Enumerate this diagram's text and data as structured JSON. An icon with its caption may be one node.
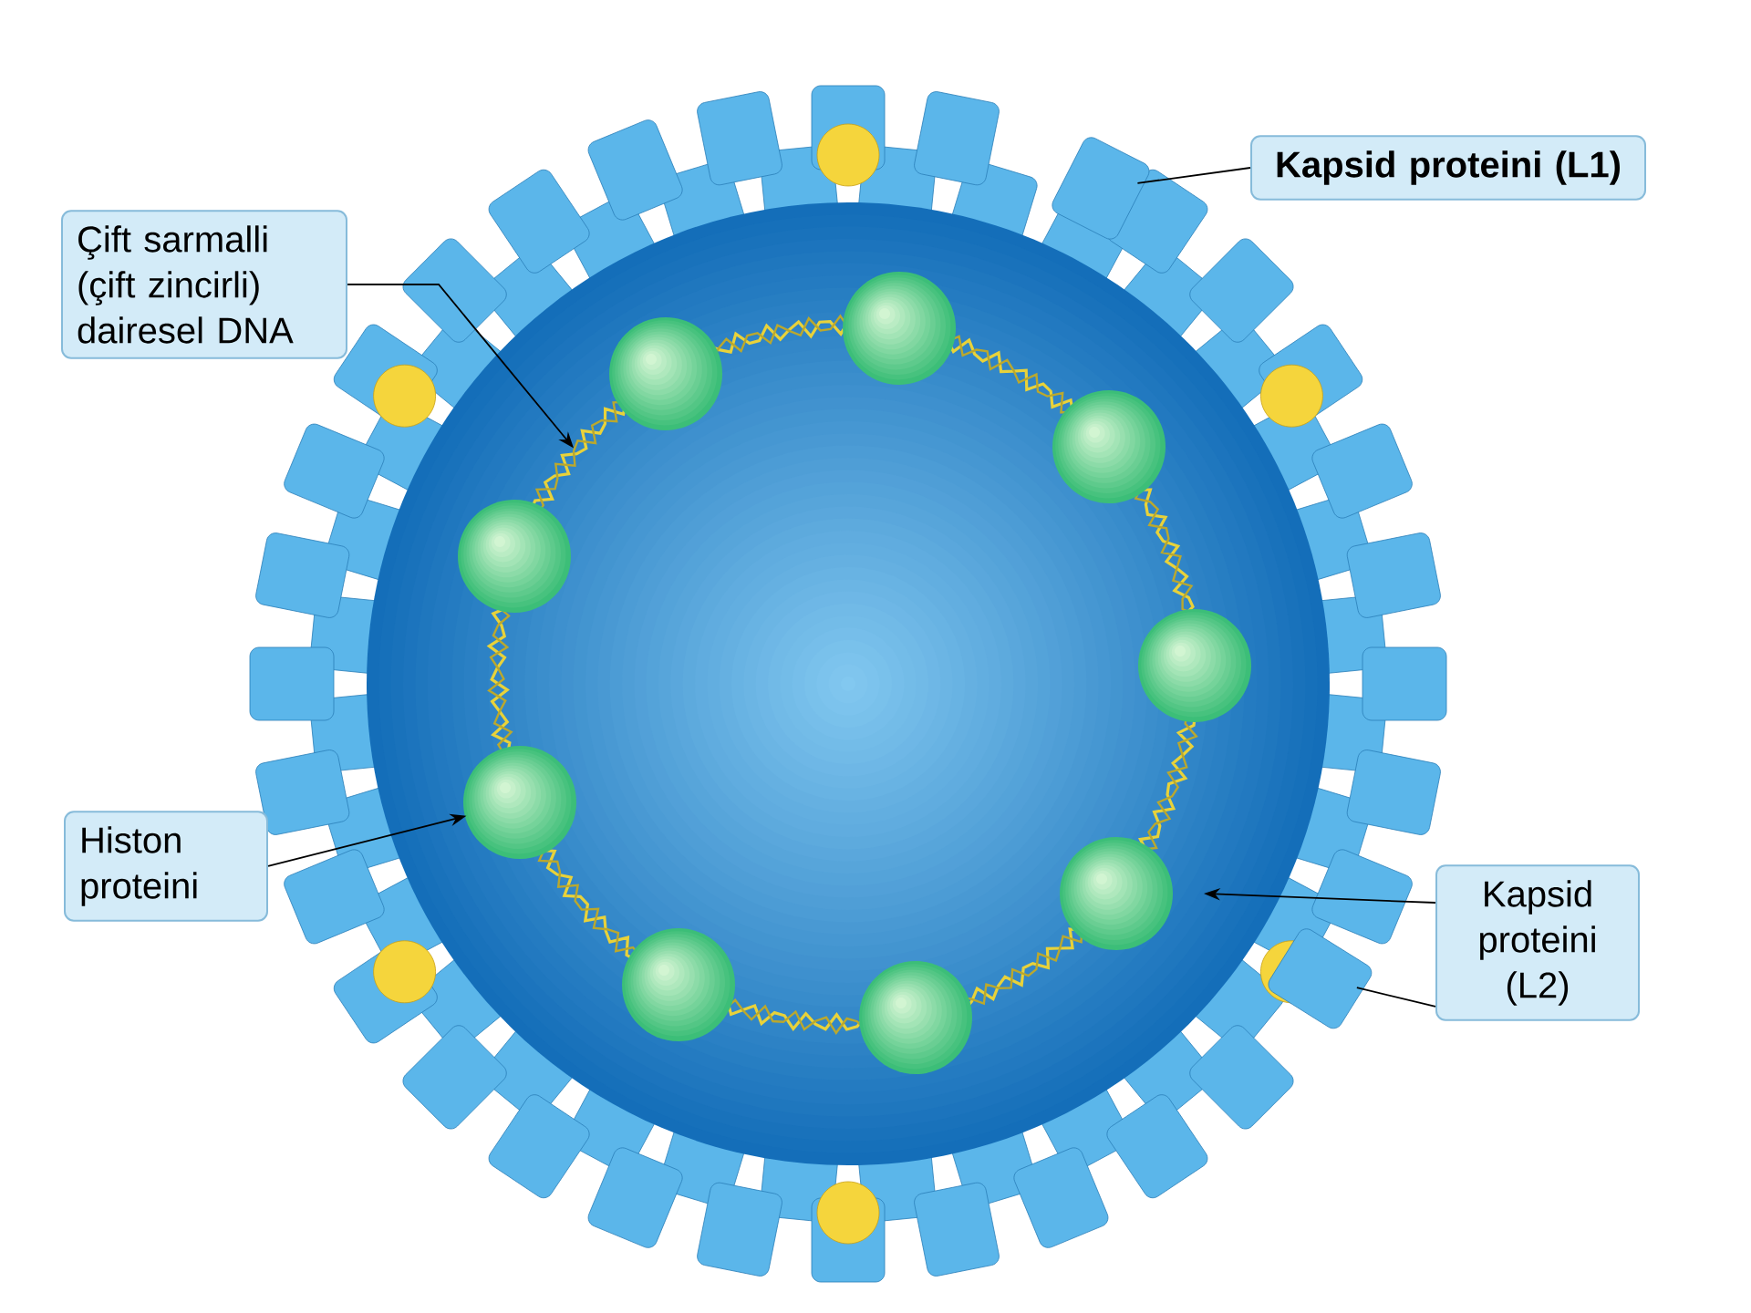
{
  "diagram": {
    "nodes": [
      {
        "text": [
          "Çift sarmalli (çift zincirli) dairesel DNA"
        ]
      },
      {
        "text": [
          "Kapsid proteini (L1)"
        ]
      },
      {
        "text": [
          "Histon proteini"
        ]
      },
      {
        "text": [
          "Kapsid proteini (L2)"
        ]
      },
      {
        "text": [],
        "shape": "circle"
      },
      {
        "text": [],
        "shape": "picture",
        "in": 4
      },
      {
        "text": [],
        "shape": "box"
      },
      {
        "text": [],
        "shape": "circle",
        "in": 4
      },
      {
        "text": [],
        "shape": "box"
      }
    ],
    "edges": [
      {
        "from": 0,
        "to": 5,
        "arrow": "to"
      },
      {
        "from": 1,
        "to": 6,
        "arrow": "none"
      },
      {
        "from": 2,
        "to": 7,
        "arrow": "to"
      },
      {
        "from": 3,
        "to": 4,
        "arrow": "to"
      },
      {
        "from": 3,
        "to": 8,
        "arrow": "none"
      }
    ]
  }
}
